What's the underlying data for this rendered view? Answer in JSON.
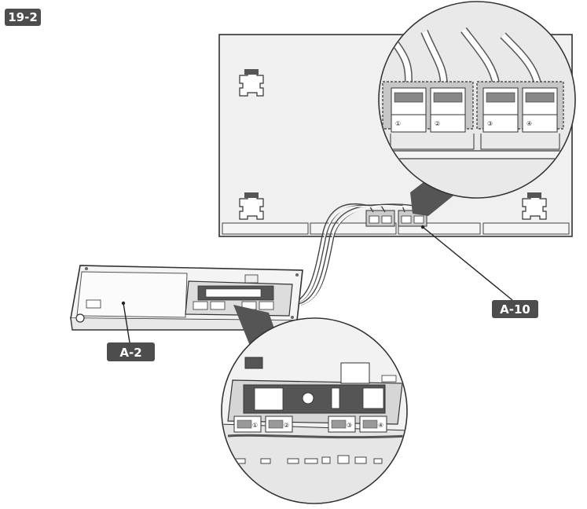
{
  "step_label": "19-2",
  "callouts": {
    "board": "A-2",
    "panel": "A-10"
  },
  "connector_numbers": {
    "top_detail": [
      "①",
      "②",
      "③",
      "④"
    ],
    "bottom_detail": [
      "①",
      "②",
      "③",
      "④"
    ]
  },
  "colors": {
    "label_bg": "#4d4d4d",
    "line": "#333333",
    "panel_fill": "#efefef",
    "magnifier_fill": "#d9d9d9"
  }
}
